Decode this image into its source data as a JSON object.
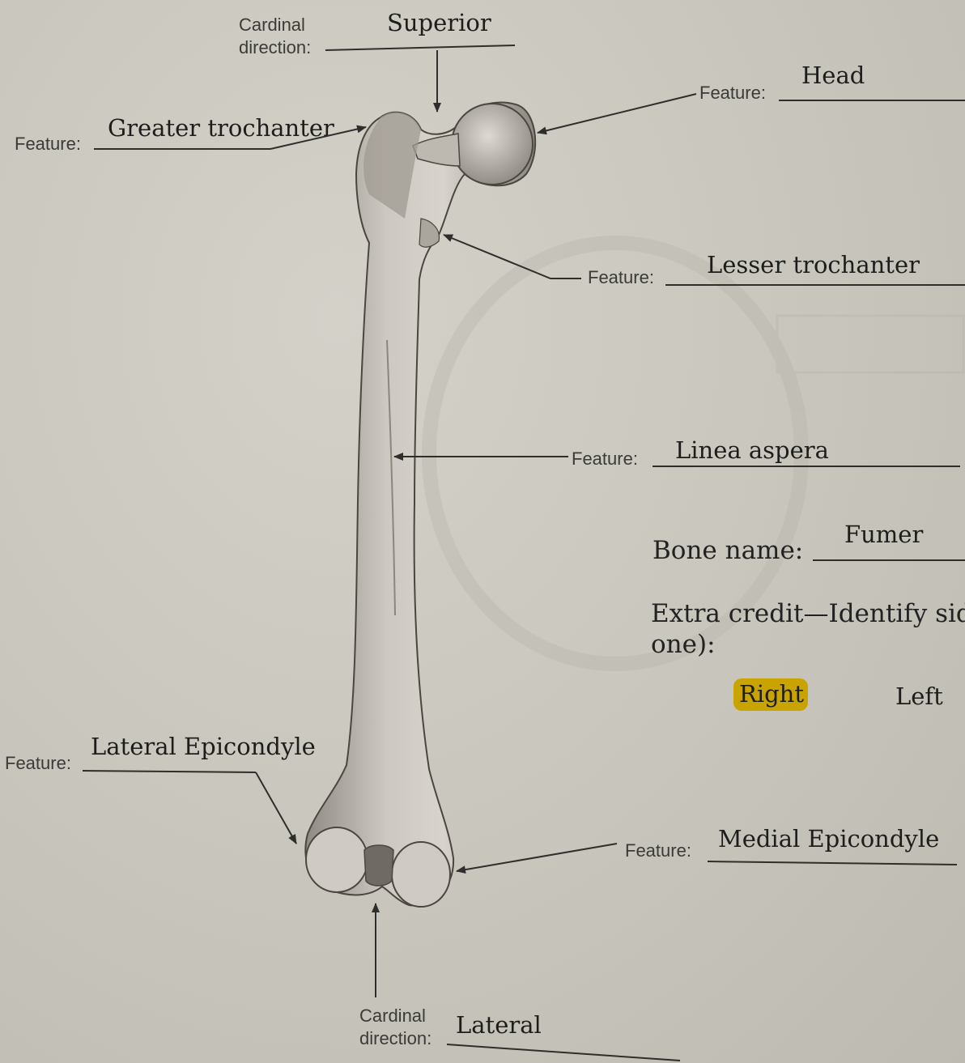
{
  "cardinal_top": {
    "label_line1": "Cardinal",
    "label_line2": "direction:",
    "answer": "Superior"
  },
  "cardinal_bottom": {
    "label_line1": "Cardinal",
    "label_line2": "direction:",
    "answer": "Lateral"
  },
  "features": {
    "head": {
      "label": "Feature:",
      "answer": "Head"
    },
    "greater_trochanter": {
      "label": "Feature:",
      "answer": "Greater trochanter"
    },
    "lesser_trochanter": {
      "label": "Feature:",
      "answer": "Lesser trochanter"
    },
    "linea_aspera": {
      "label": "Feature:",
      "answer": "Linea aspera"
    },
    "lateral_epicondyle": {
      "label": "Feature:",
      "answer": "Lateral Epicondyle"
    },
    "medial_epicondyle": {
      "label": "Feature:",
      "answer": "Medial Epicondyle"
    }
  },
  "bone": {
    "label": "Bone name:",
    "answer": "Fumer"
  },
  "extra_credit": {
    "line1": "Extra credit—Identify side",
    "line2": "one):",
    "options": [
      "Right",
      "Left"
    ],
    "selected": "Right",
    "highlight_color": "#c9a400"
  }
}
